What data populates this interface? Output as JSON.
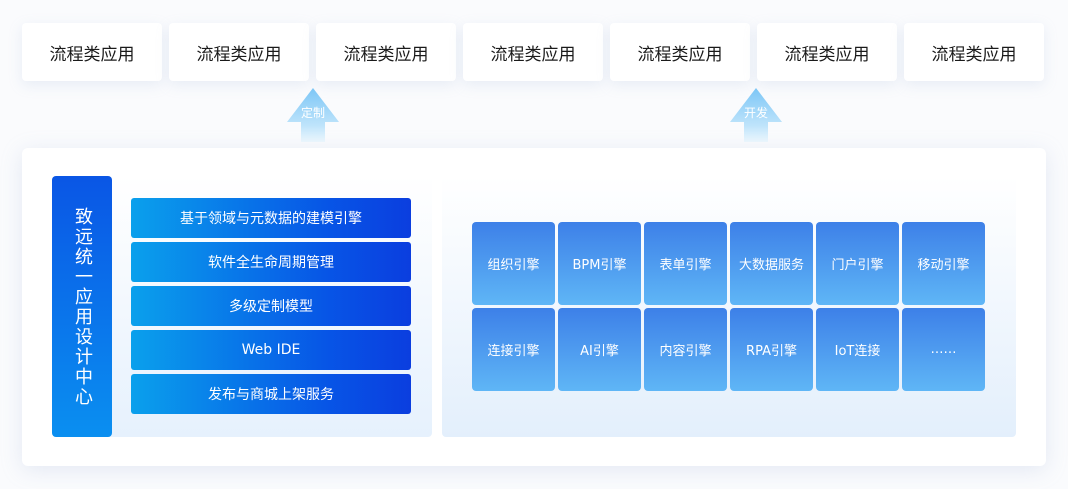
{
  "top_apps": [
    "流程类应用",
    "流程类应用",
    "流程类应用",
    "流程类应用",
    "流程类应用",
    "流程类应用",
    "流程类应用"
  ],
  "arrows": {
    "left_label": "定制",
    "right_label": "开发"
  },
  "left_panel": {
    "vertical_title": "致远统一应用设计中心",
    "features": [
      "基于领域与元数据的建模引擎",
      "软件全生命周期管理",
      "多级定制模型",
      "Web IDE",
      "发布与商城上架服务"
    ]
  },
  "right_panel": {
    "engines": [
      [
        "组织引擎",
        "BPM引擎",
        "表单引擎",
        "大数据服务",
        "门户引擎",
        "移动引擎"
      ],
      [
        "连接引擎",
        "AI引擎",
        "内容引擎",
        "RPA引擎",
        "IoT连接",
        "……"
      ]
    ]
  },
  "colors": {
    "primary_blue": "#0755e6",
    "light_blue": "#0aa0ec",
    "engine_top": "#3d80e8",
    "engine_bottom": "#5fb6f6",
    "arrow": "#8fd0f7"
  }
}
